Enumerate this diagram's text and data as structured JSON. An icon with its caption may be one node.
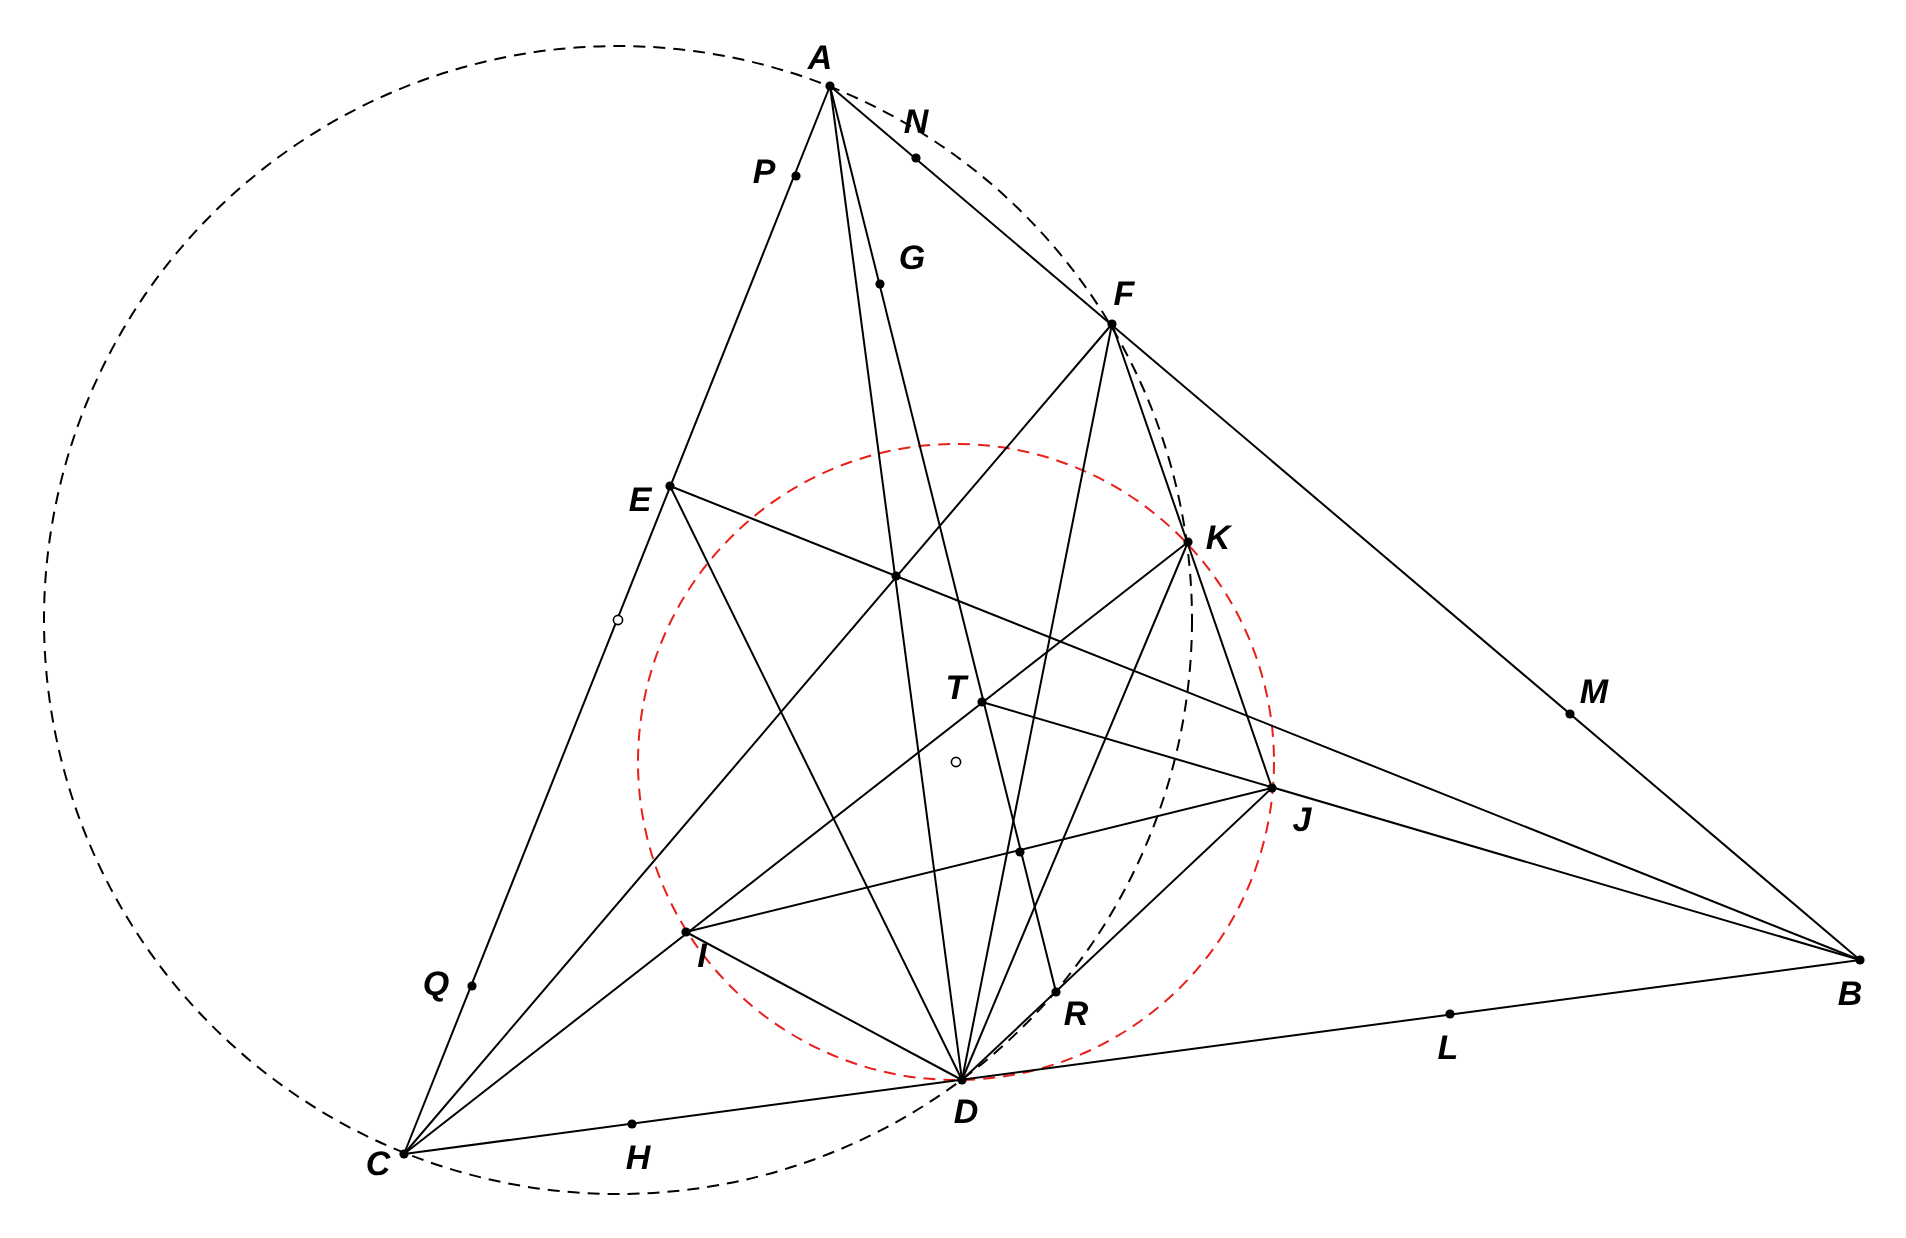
{
  "diagram": {
    "labels": [
      "A",
      "N",
      "P",
      "G",
      "F",
      "E",
      "K",
      "M",
      "T",
      "J",
      "I",
      "Q",
      "R",
      "B",
      "L",
      "D",
      "C",
      "H"
    ]
  }
}
